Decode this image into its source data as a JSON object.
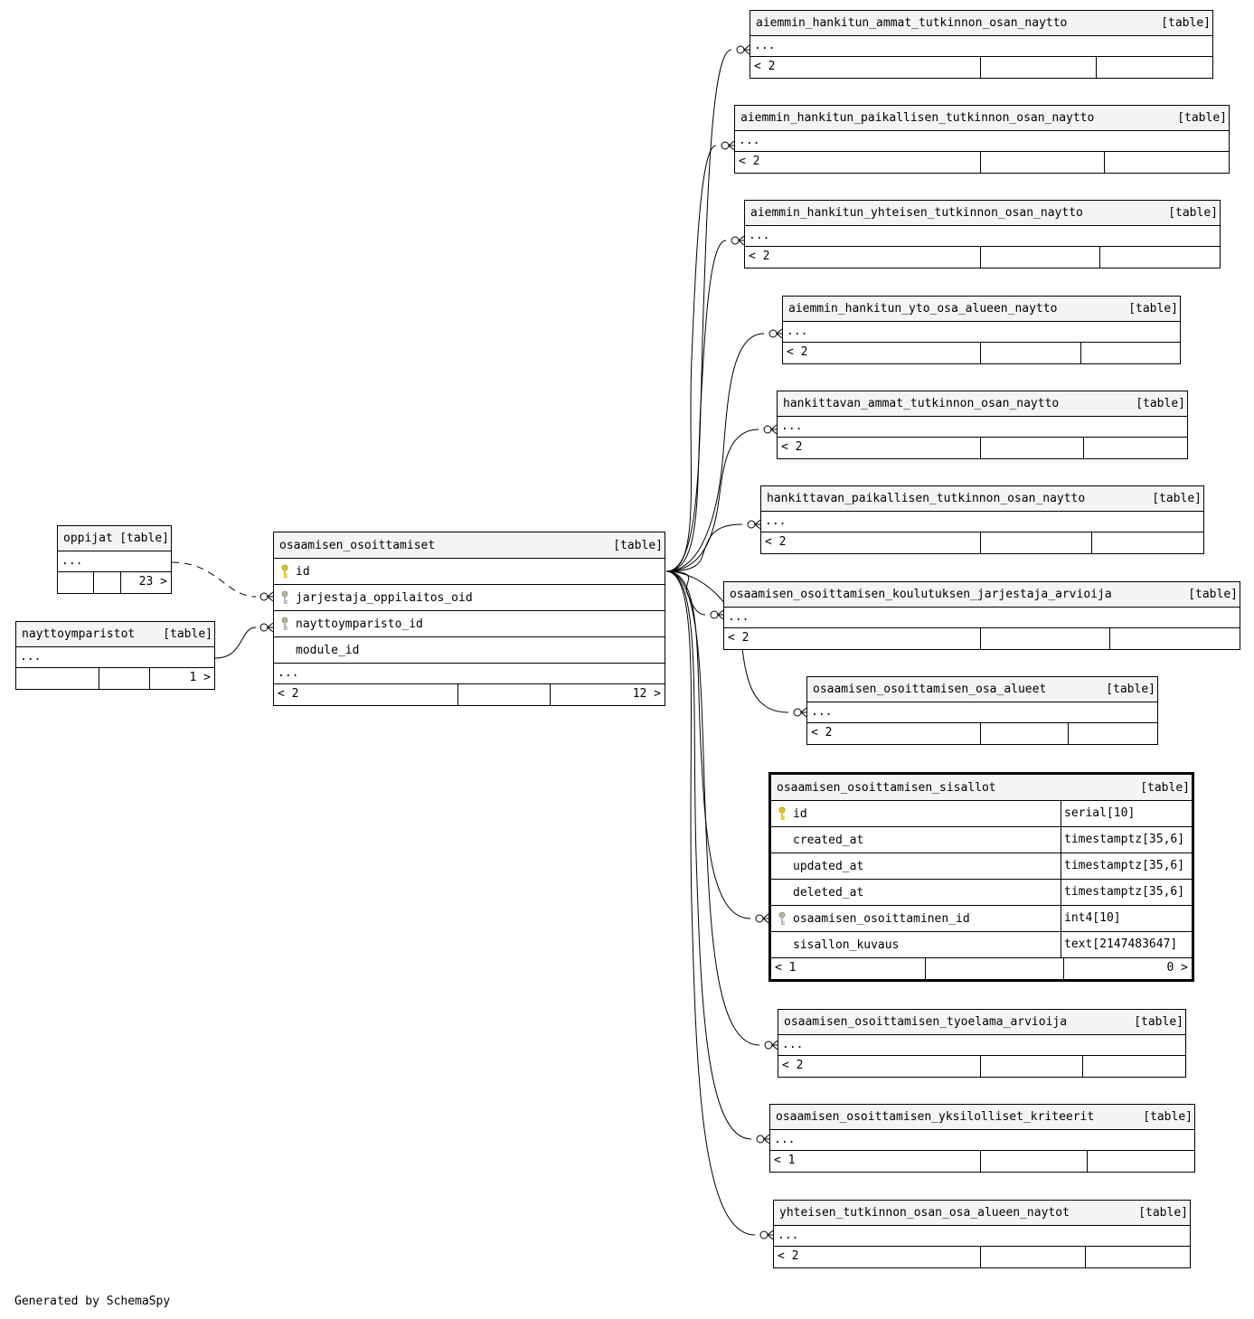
{
  "diagram": {
    "tables": {
      "oppijat": {
        "name": "oppijat",
        "kind": "[table]",
        "ellipsis": "...",
        "footer": [
          "",
          "",
          "23 >"
        ]
      },
      "nayttoymparistot": {
        "name": "nayttoymparistot",
        "kind": "[table]",
        "ellipsis": "...",
        "footer": [
          "",
          "",
          "1 >"
        ]
      },
      "osaamisen_osoittamiset": {
        "name": "osaamisen_osoittamiset",
        "kind": "[table]",
        "columns": [
          {
            "name": "id",
            "key": "primary-key-icon"
          },
          {
            "name": "jarjestaja_oppilaitos_oid",
            "key": "foreign-key-icon"
          },
          {
            "name": "nayttoymparisto_id",
            "key": "foreign-key-icon"
          },
          {
            "name": "module_id",
            "key": ""
          }
        ],
        "ellipsis": "...",
        "footer": [
          "< 2",
          "",
          "12 >"
        ]
      },
      "t0": {
        "name": "aiemmin_hankitun_ammat_tutkinnon_osan_naytto",
        "kind": "[table]",
        "ellipsis": "...",
        "footer": [
          "< 2",
          "",
          ""
        ]
      },
      "t1": {
        "name": "aiemmin_hankitun_paikallisen_tutkinnon_osan_naytto",
        "kind": "[table]",
        "ellipsis": "...",
        "footer": [
          "< 2",
          "",
          ""
        ]
      },
      "t2": {
        "name": "aiemmin_hankitun_yhteisen_tutkinnon_osan_naytto",
        "kind": "[table]",
        "ellipsis": "...",
        "footer": [
          "< 2",
          "",
          ""
        ]
      },
      "t3": {
        "name": "aiemmin_hankitun_yto_osa_alueen_naytto",
        "kind": "[table]",
        "ellipsis": "...",
        "footer": [
          "< 2",
          "",
          ""
        ]
      },
      "t4": {
        "name": "hankittavan_ammat_tutkinnon_osan_naytto",
        "kind": "[table]",
        "ellipsis": "...",
        "footer": [
          "< 2",
          "",
          ""
        ]
      },
      "t5": {
        "name": "hankittavan_paikallisen_tutkinnon_osan_naytto",
        "kind": "[table]",
        "ellipsis": "...",
        "footer": [
          "< 2",
          "",
          ""
        ]
      },
      "t6": {
        "name": "osaamisen_osoittamisen_koulutuksen_jarjestaja_arvioija",
        "kind": "[table]",
        "ellipsis": "...",
        "footer": [
          "< 2",
          "",
          ""
        ]
      },
      "t7": {
        "name": "osaamisen_osoittamisen_osa_alueet",
        "kind": "[table]",
        "ellipsis": "...",
        "footer": [
          "< 2",
          "",
          ""
        ]
      },
      "sisallot": {
        "name": "osaamisen_osoittamisen_sisallot",
        "kind": "[table]",
        "columns": [
          {
            "name": "id",
            "type": "serial[10]",
            "key": "primary-key-icon"
          },
          {
            "name": "created_at",
            "type": "timestamptz[35,6]",
            "key": ""
          },
          {
            "name": "updated_at",
            "type": "timestamptz[35,6]",
            "key": ""
          },
          {
            "name": "deleted_at",
            "type": "timestamptz[35,6]",
            "key": ""
          },
          {
            "name": "osaamisen_osoittaminen_id",
            "type": "int4[10]",
            "key": "foreign-key-icon"
          },
          {
            "name": "sisallon_kuvaus",
            "type": "text[2147483647]",
            "key": ""
          }
        ],
        "footer": [
          "< 1",
          "",
          "0 >"
        ]
      },
      "t9": {
        "name": "osaamisen_osoittamisen_tyoelama_arvioija",
        "kind": "[table]",
        "ellipsis": "...",
        "footer": [
          "< 2",
          "",
          ""
        ]
      },
      "t10": {
        "name": "osaamisen_osoittamisen_yksilolliset_kriteerit",
        "kind": "[table]",
        "ellipsis": "...",
        "footer": [
          "< 1",
          "",
          ""
        ]
      },
      "t11": {
        "name": "yhteisen_tutkinnon_osan_osa_alueen_naytot",
        "kind": "[table]",
        "ellipsis": "...",
        "footer": [
          "< 2",
          "",
          ""
        ]
      }
    },
    "colors": {
      "primary_key": "#e6c800",
      "foreign_key": "#b4b4b4",
      "header_bg": "#f4f4f4"
    },
    "footer_text": "Generated by SchemaSpy"
  }
}
